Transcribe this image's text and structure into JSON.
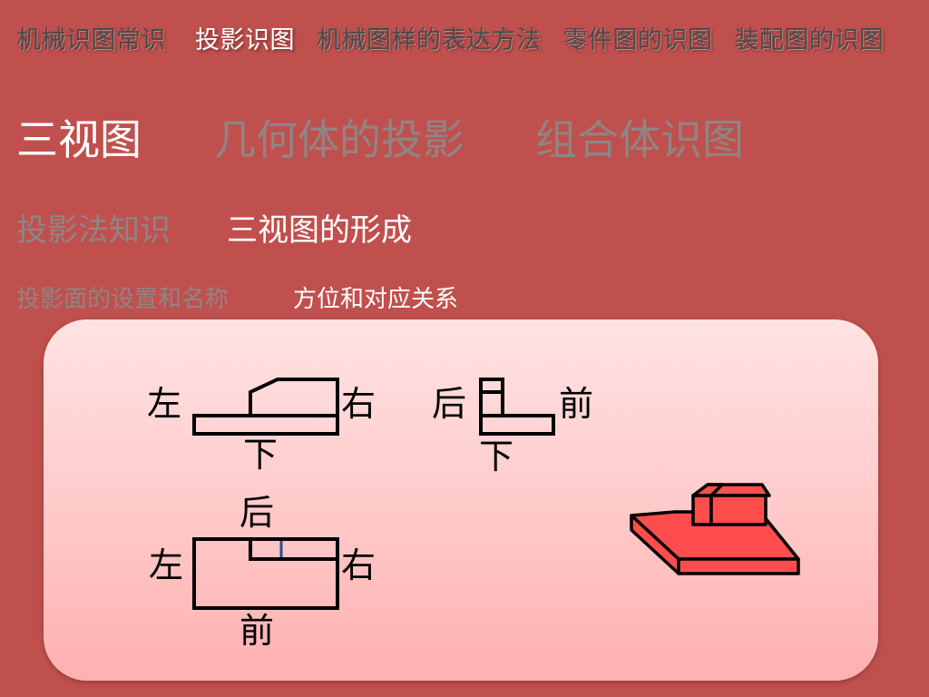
{
  "nav": {
    "items": [
      {
        "label": "机械识图常识",
        "active": false
      },
      {
        "label": "投影识图",
        "active": true
      },
      {
        "label": "机械图样的表达方法",
        "active": false
      },
      {
        "label": "零件图的识图",
        "active": false
      },
      {
        "label": "装配图的识图",
        "active": false
      }
    ]
  },
  "level2": {
    "items": [
      {
        "label": "三视图",
        "active": true
      },
      {
        "label": "几何体的投影",
        "active": false
      },
      {
        "label": "组合体识图",
        "active": false
      }
    ]
  },
  "level3": {
    "items": [
      {
        "label": "投影法知识",
        "active": false
      },
      {
        "label": "三视图的形成",
        "active": true
      }
    ]
  },
  "level4": {
    "items": [
      {
        "label": "投影面的设置和名称",
        "active": false
      },
      {
        "label": "方位和对应关系",
        "active": true
      }
    ]
  },
  "diagram": {
    "front_view": {
      "left": "左",
      "right": "右",
      "bottom": "下"
    },
    "side_view": {
      "left": "后",
      "right": "前",
      "bottom": "下"
    },
    "top_view": {
      "top": "后",
      "left": "左",
      "right": "右",
      "bottom": "前"
    },
    "colors": {
      "stroke": "#000000",
      "solid_fill": "#ff4d4d",
      "mark": "#1f4fa8"
    }
  }
}
